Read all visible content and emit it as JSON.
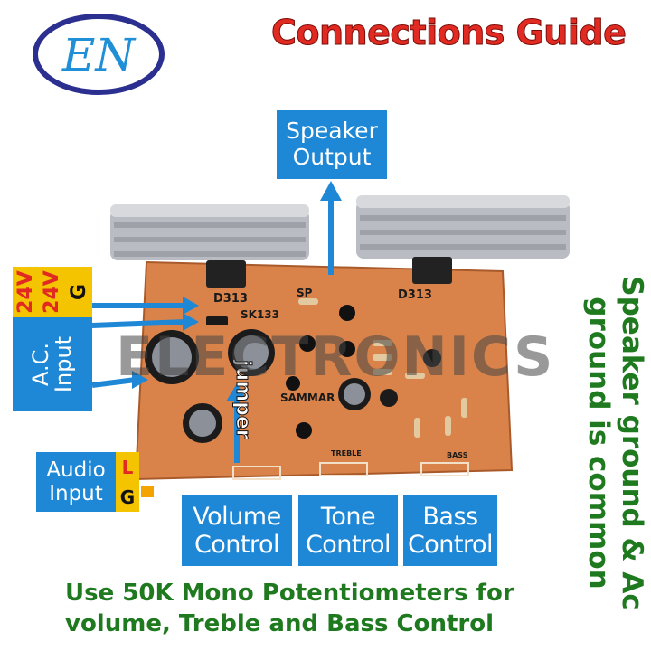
{
  "brand": {
    "logo_text": "EN",
    "logo_colors": {
      "ring": "#2b2f8f",
      "text": "#1f8fd8"
    }
  },
  "title": "Connections Guide",
  "labels": {
    "speaker_output": [
      "Speaker",
      "Output"
    ],
    "ac_input": [
      "A.C.",
      "Input"
    ],
    "ac_voltages": [
      "24V",
      "24V",
      "G"
    ],
    "audio_input": [
      "Audio",
      "Input"
    ],
    "audio_pins": [
      "L",
      "G"
    ],
    "volume": [
      "Volume",
      "Control"
    ],
    "tone": [
      "Tone",
      "Control"
    ],
    "bass": [
      "Bass",
      "Control"
    ],
    "jumper": "jumper"
  },
  "side_note": [
    "Speaker ground & Ac",
    "ground is common"
  ],
  "bottom_note": [
    "Use 50K Mono Potentiometers for",
    "volume, Treble and Bass Control"
  ],
  "watermark": "EN ELECTRONICS",
  "board_silkscreen": {
    "sp": "SP",
    "d313_left": "D313",
    "d313_right": "D313",
    "sk": "SK133",
    "sammar": "SAMMAR",
    "treble": "TREBLE",
    "bass": "BASS"
  },
  "colors": {
    "title_red": "#e02a22",
    "label_blue": "#1e88d6",
    "note_green": "#1f7a1f",
    "pin_yellow": "#f5c400",
    "pcb_orange": "#d9834a",
    "heatsink": "#b9bcc2"
  }
}
